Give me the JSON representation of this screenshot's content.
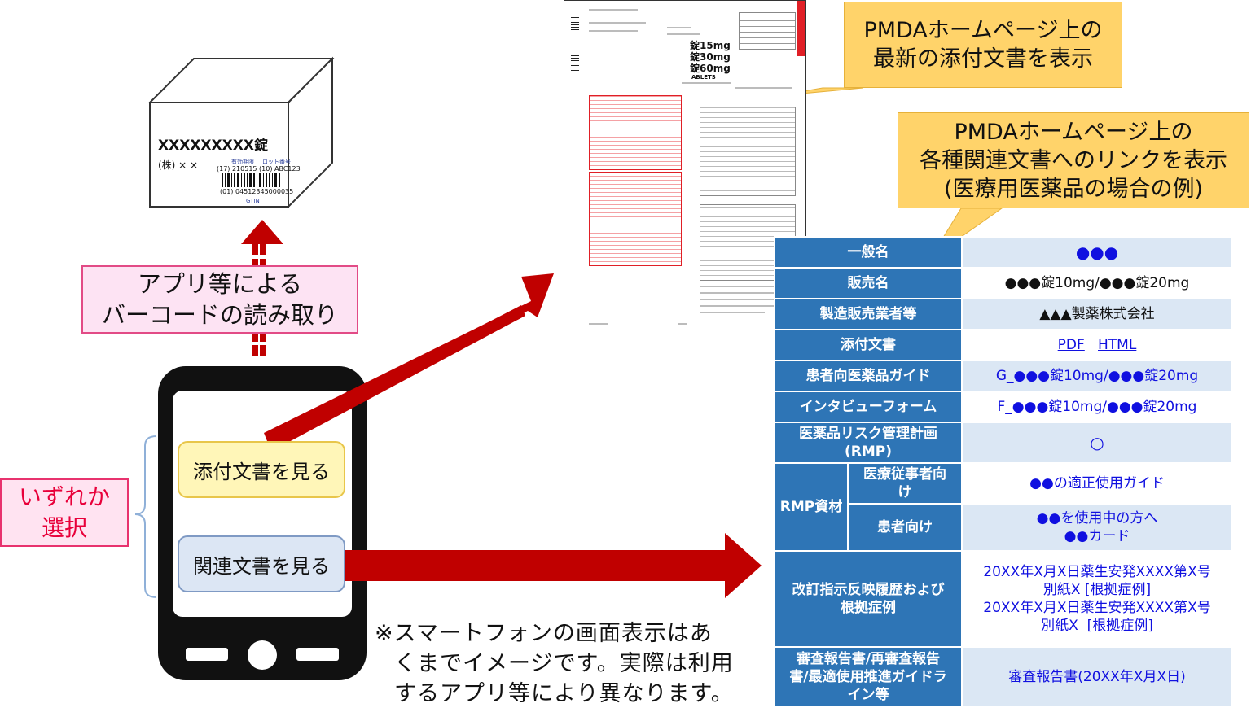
{
  "package": {
    "product_name": "XXXXXXXXX錠",
    "maker": "(株) × ×",
    "expiry_label": "有効期限",
    "lot_label": "ロット番号",
    "code_line1": "(17) 210515 (10) ABC123",
    "code_line2": "(01) 04512345000035",
    "gtin_label": "GTIN"
  },
  "app_read_label": {
    "line1": "アプリ等による",
    "line2": "バーコードの読み取り"
  },
  "select_label": {
    "line1": "いずれか",
    "line2": "選択"
  },
  "phone": {
    "view_doc_button": "添付文書を見る",
    "view_related_button": "関連文書を見る"
  },
  "callout_doc": {
    "line1": "PMDAホームページ上の",
    "line2": "最新の添付文書を表示"
  },
  "callout_links": {
    "line1": "PMDAホームページ上の",
    "line2": "各種関連文書へのリンクを表示",
    "line3": "(医療用医薬品の場合の例)"
  },
  "note": {
    "line1": "※スマートフォンの画面表示はあ",
    "line2": "くまでイメージです。実際は利用",
    "line3": "するアプリ等により異なります。"
  },
  "document": {
    "strengths": [
      "錠15mg",
      "錠30mg",
      "錠60mg"
    ],
    "ablets": "ABLETS"
  },
  "table": {
    "general_name_label": "一般名",
    "general_name_value": "●●●",
    "brand_name_label": "販売名",
    "brand_name_value": "●●●錠10mg/●●●錠20mg",
    "manufacturer_label": "製造販売業者等",
    "manufacturer_value": "▲▲▲製薬株式会社",
    "package_insert_label": "添付文書",
    "pdf_link": "PDF",
    "html_link": "HTML",
    "patient_guide_label": "患者向医薬品ガイド",
    "patient_guide_value": "G_●●●錠10mg/●●●錠20mg",
    "interview_form_label": "インタビューフォーム",
    "interview_form_value": "F_●●●錠10mg/●●●錠20mg",
    "rmp_label_line1": "医薬品リスク管理計画",
    "rmp_label_line2": "(RMP)",
    "rmp_value": "○",
    "rmp_materials_label": "RMP資材",
    "for_professionals_label_line1": "医療従事者向",
    "for_professionals_label_line2": "け",
    "for_professionals_value": "●●の適正使用ガイド",
    "for_patients_label": "患者向け",
    "for_patients_value_line1": "●●を使用中の方へ",
    "for_patients_value_line2": "●●カード",
    "revision_label_line1": "改訂指示反映履歴および",
    "revision_label_line2": "根拠症例",
    "revision_value_1a": "20XX年X月X日薬生安発XXXX第X号",
    "revision_value_1b": "別紙X",
    "revision_value_1c": "[根拠症例]",
    "revision_value_2a": "20XX年X月X日薬生安発XXXX第X号",
    "revision_value_2b": "別紙X",
    "revision_value_2c": "[根拠症例]",
    "review_label_line1": "審査報告書/再審査報告",
    "review_label_line2": "書/最適使用推進ガイドラ",
    "review_label_line3": "イン等",
    "review_value": "審査報告書(20XX年X月X日)"
  },
  "colors": {
    "arrow_red": "#c00000",
    "header_blue": "#2e75b6",
    "callout_orange": "#ffd36a",
    "link_blue": "#1010e0"
  }
}
